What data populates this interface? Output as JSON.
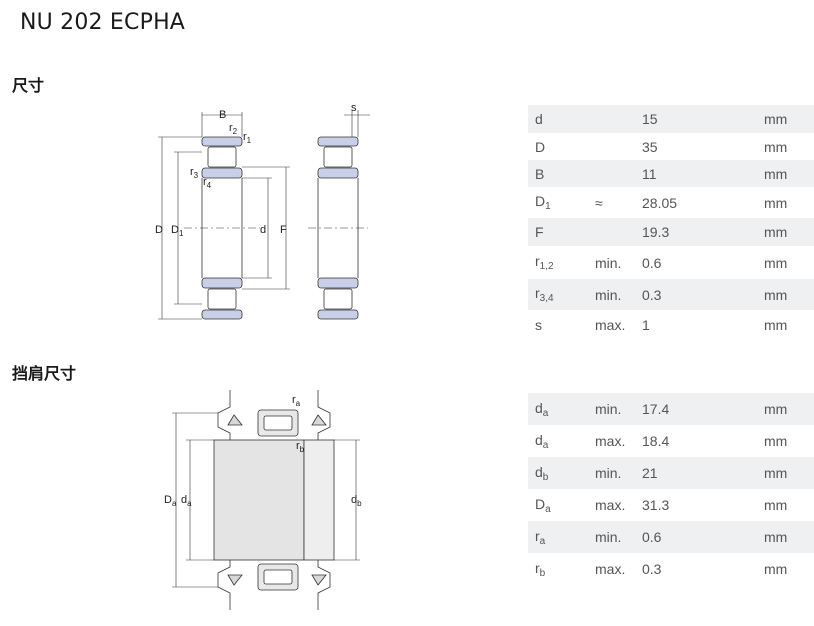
{
  "title": "NU 202 ECPHA",
  "sections": {
    "dimensions": "尺寸",
    "abutment": "挡肩尺寸"
  },
  "drawing1": {
    "labels": {
      "B": "B",
      "s": "s",
      "r1": "1",
      "r2": "2",
      "r3": "3",
      "r4": "4",
      "r": "r",
      "D": "D",
      "D1": "D",
      "D1sub": "1",
      "d": "d",
      "F": "F"
    }
  },
  "drawing2": {
    "labels": {
      "Da": "D",
      "Dasub": "a",
      "da": "d",
      "dasub": "a",
      "db": "d",
      "dbsub": "b",
      "ra": "r",
      "rasub": "a",
      "rb": "r",
      "rbsub": "b"
    }
  },
  "dimensions": [
    {
      "sym": "d",
      "sub": "",
      "qual": "",
      "value": "15",
      "unit": "mm"
    },
    {
      "sym": "D",
      "sub": "",
      "qual": "",
      "value": "35",
      "unit": "mm"
    },
    {
      "sym": "B",
      "sub": "",
      "qual": "",
      "value": "11",
      "unit": "mm"
    },
    {
      "sym": "D",
      "sub": "1",
      "qual": "≈",
      "value": "28.05",
      "unit": "mm"
    },
    {
      "sym": "F",
      "sub": "",
      "qual": "",
      "value": "19.3",
      "unit": "mm"
    },
    {
      "sym": "r",
      "sub": "1,2",
      "qual": "min.",
      "value": "0.6",
      "unit": "mm"
    },
    {
      "sym": "r",
      "sub": "3,4",
      "qual": "min.",
      "value": "0.3",
      "unit": "mm"
    },
    {
      "sym": "s",
      "sub": "",
      "qual": "max.",
      "value": "1",
      "unit": "mm"
    }
  ],
  "abutment_dimensions": [
    {
      "sym": "d",
      "sub": "a",
      "qual": "min.",
      "value": "17.4",
      "unit": "mm"
    },
    {
      "sym": "d",
      "sub": "a",
      "qual": "max.",
      "value": "18.4",
      "unit": "mm"
    },
    {
      "sym": "d",
      "sub": "b",
      "qual": "min.",
      "value": "21",
      "unit": "mm"
    },
    {
      "sym": "D",
      "sub": "a",
      "qual": "max.",
      "value": "31.3",
      "unit": "mm"
    },
    {
      "sym": "r",
      "sub": "a",
      "qual": "min.",
      "value": "0.6",
      "unit": "mm"
    },
    {
      "sym": "r",
      "sub": "b",
      "qual": "max.",
      "value": "0.3",
      "unit": "mm"
    }
  ]
}
